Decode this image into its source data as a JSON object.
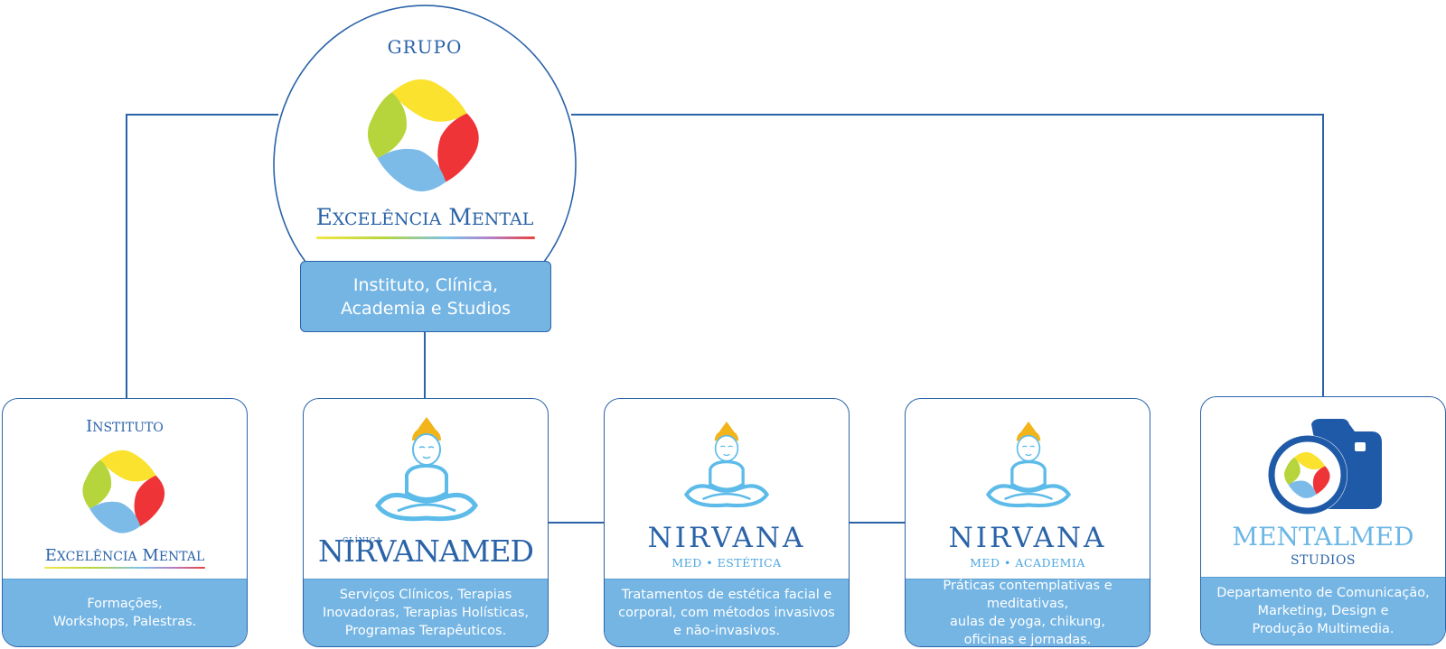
{
  "root": {
    "prefix": "GRUPO",
    "brand_first": "E",
    "brand_small_1": "XCELÊNCIA",
    "brand_second": "M",
    "brand_small_2": "ENTAL",
    "caption_lines": [
      "Instituto, Clínica,",
      "Academia e Studios"
    ]
  },
  "units": [
    {
      "id": "instituto",
      "title_first": "I",
      "title_small": "NSTITUTO",
      "brand_first": "E",
      "brand_small_1": "XCELÊNCIA",
      "brand_second": "M",
      "brand_small_2": "ENTAL",
      "description_lines": [
        "Formações,",
        "Workshops, Palestras."
      ]
    },
    {
      "id": "clinica",
      "pre_label": "CLÍNICA",
      "brand": "NIRVANAMED",
      "description_lines": [
        "Serviços Clínicos, Terapias",
        "Inovadoras, Terapias Holísticas,",
        "Programas Terapêuticos."
      ]
    },
    {
      "id": "estetica",
      "brand": "NIRVANA",
      "subtitle": "MED • ESTÉTICA",
      "description_lines": [
        "Tratamentos de estética facial e",
        "corporal, com métodos invasivos",
        "e não-invasivos."
      ]
    },
    {
      "id": "academia",
      "brand": "NIRVANA",
      "subtitle": "MED • ACADEMIA",
      "description_lines": [
        "Práticas contemplativas e meditativas,",
        "aulas de yoga, chikung,",
        "oficinas e jornadas."
      ]
    },
    {
      "id": "studios",
      "brand": "MENTALMED",
      "subtitle": "STUDIOS",
      "description_lines": [
        "Departamento de Comunicação,",
        "Marketing, Design e",
        "Produção Multimedia."
      ]
    }
  ],
  "colors": {
    "line": "#2a63a8",
    "caption_fill": "#74b5e4",
    "logo_yellow": "#fae22f",
    "logo_red": "#ef3438",
    "logo_blue": "#7cbbe8",
    "logo_green": "#b6d43b",
    "buddha_blue": "#5cbbe9",
    "buddha_orange": "#f3b41a"
  },
  "icons": [
    "excelencia-mental-logo-icon",
    "buddha-lotus-icon",
    "camera-icon"
  ]
}
